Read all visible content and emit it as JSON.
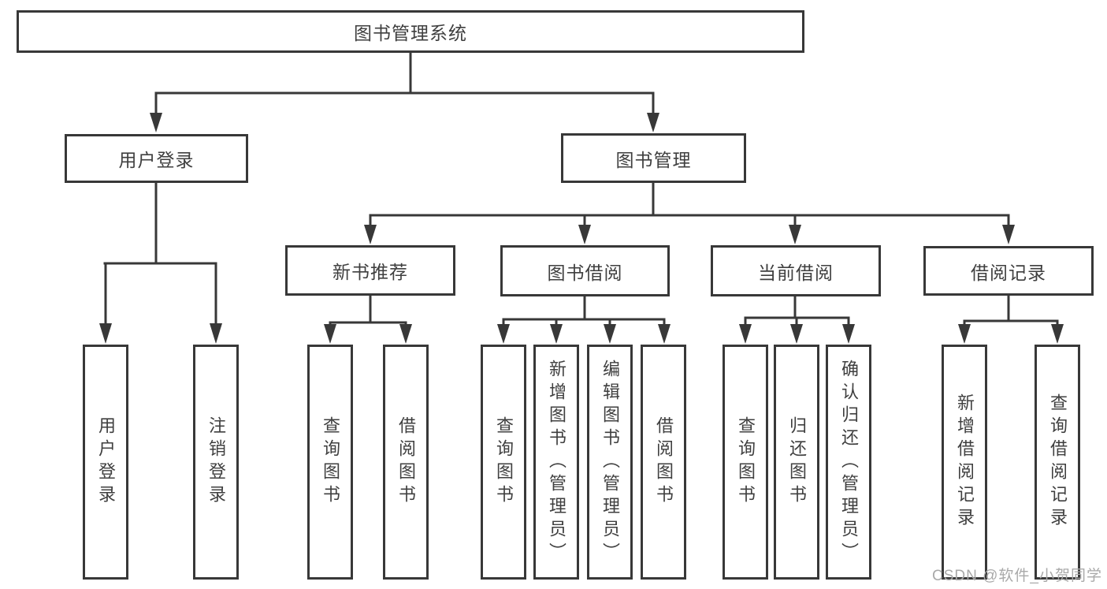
{
  "diagram": {
    "root": {
      "label": "图书管理系统"
    },
    "branches": [
      {
        "label": "用户登录",
        "children": [
          {
            "label": "用户登录"
          },
          {
            "label": "注销登录"
          }
        ]
      },
      {
        "label": "图书管理",
        "groups": [
          {
            "label": "新书推荐",
            "children": [
              {
                "label": "查询图书"
              },
              {
                "label": "借阅图书"
              }
            ]
          },
          {
            "label": "图书借阅",
            "children": [
              {
                "label": "查询图书"
              },
              {
                "label": "新增图书（管理员）"
              },
              {
                "label": "编辑图书（管理员）"
              },
              {
                "label": "借阅图书"
              }
            ]
          },
          {
            "label": "当前借阅",
            "children": [
              {
                "label": "查询图书"
              },
              {
                "label": "归还图书"
              },
              {
                "label": "确认归还（管理员）"
              }
            ]
          },
          {
            "label": "借阅记录",
            "children": [
              {
                "label": "新增借阅记录"
              },
              {
                "label": "查询借阅记录"
              }
            ]
          }
        ]
      }
    ]
  },
  "watermark": {
    "text": "CSDN @软件_小贺同学"
  },
  "colors": {
    "line": "#383838",
    "text": "#3f3f3f",
    "background": "#ffffff",
    "watermark": "#a9a9a9"
  }
}
